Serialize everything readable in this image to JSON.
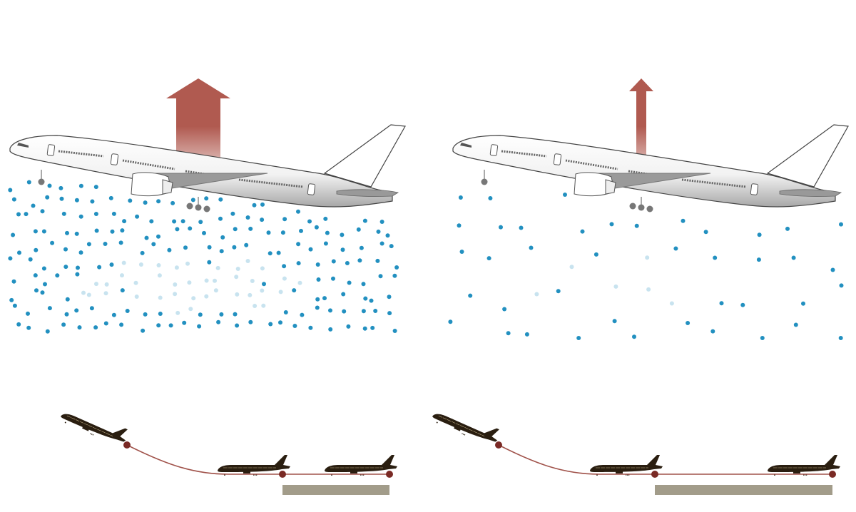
{
  "colors": {
    "lift_arrow": "#b05a50",
    "dot": "#2290c0",
    "dot_light": "#c8e3ef",
    "path_line": "#a0524a",
    "marker": "#7a2a25",
    "runway": "#a29c8a",
    "silhouette": "#2a1e10"
  },
  "panels": [
    {
      "id": "dense-air",
      "lift_strength": 1.0,
      "dot_density": "high"
    },
    {
      "id": "thin-air",
      "lift_strength": 0.35,
      "dot_density": "low"
    }
  ]
}
